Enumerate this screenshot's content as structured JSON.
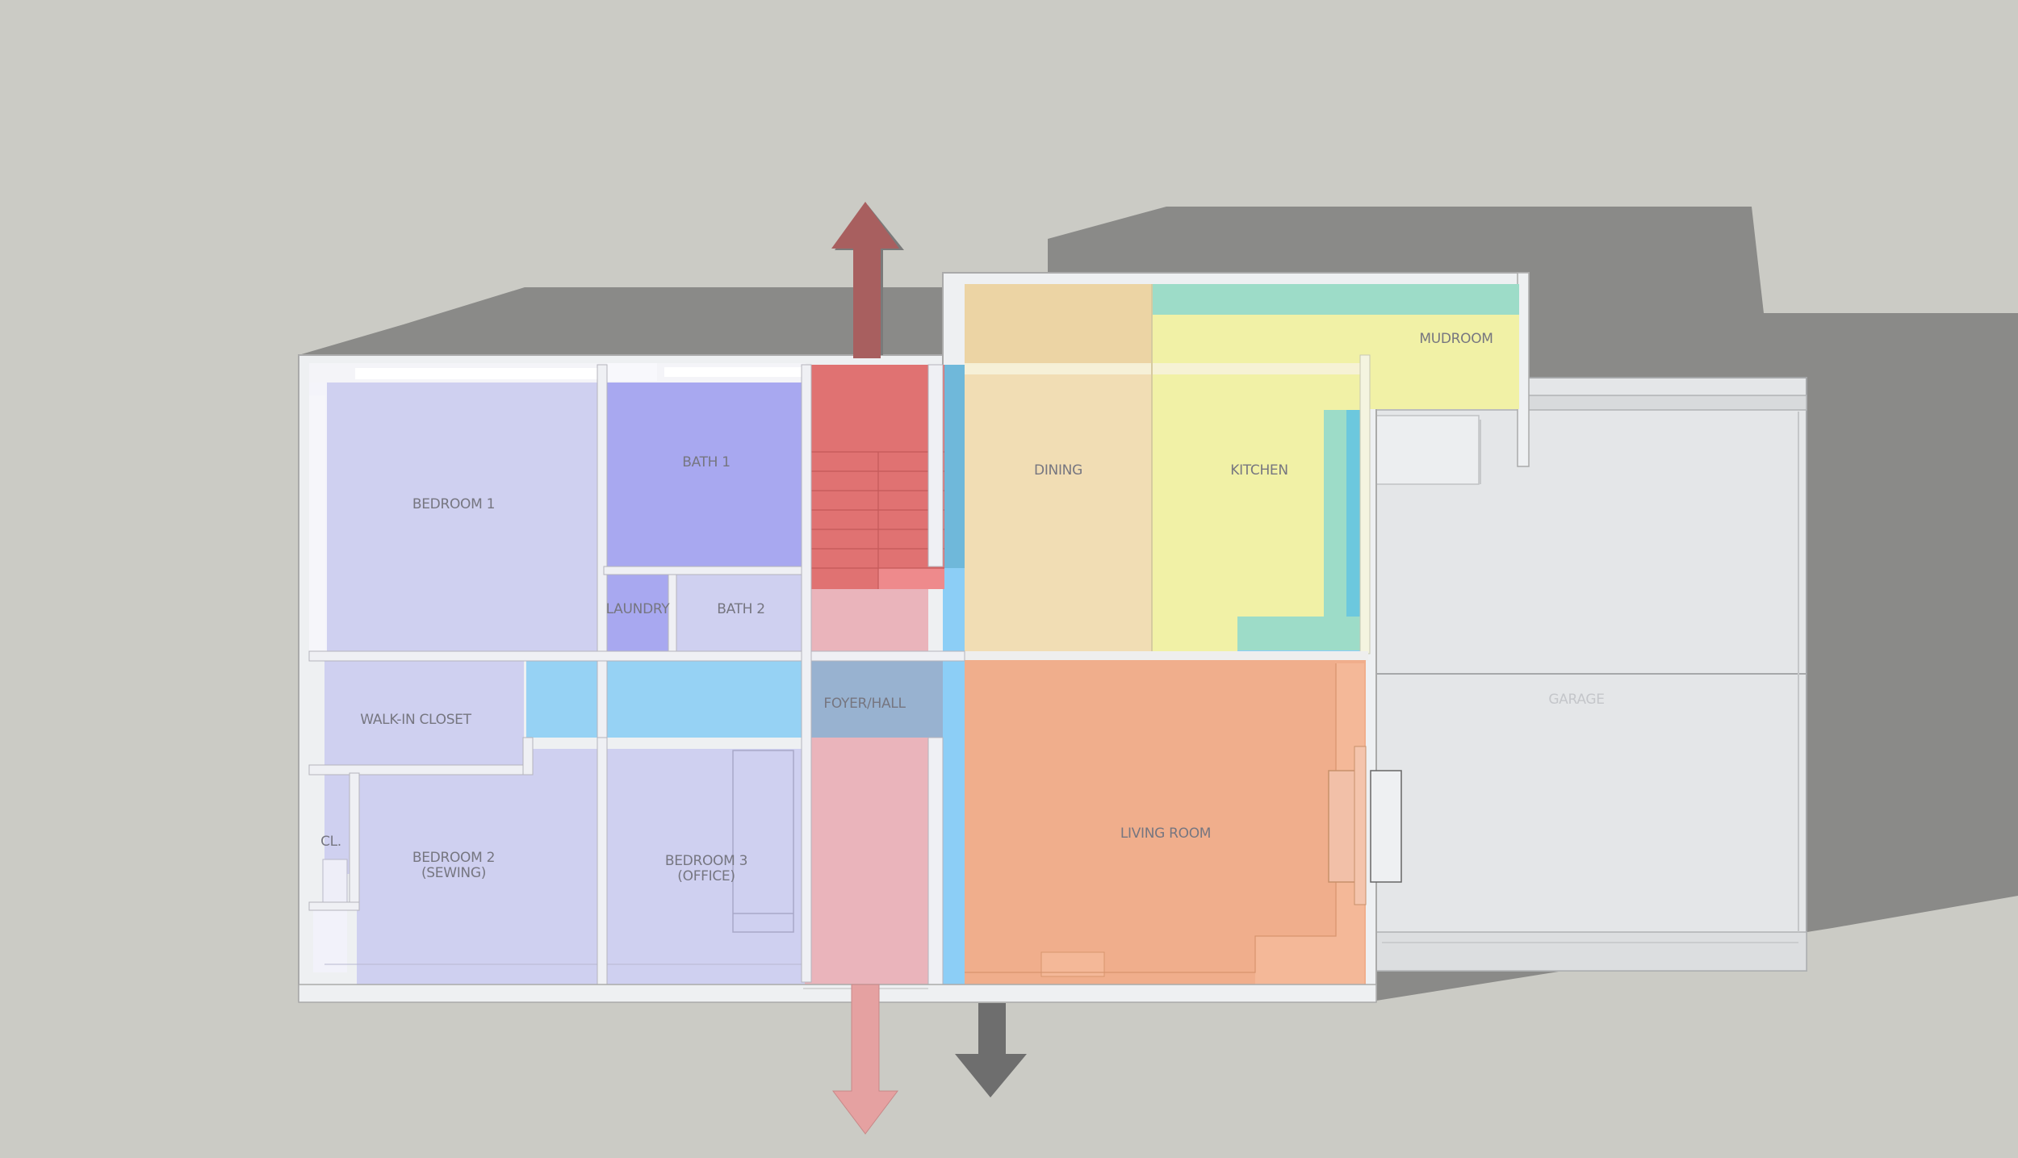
{
  "rooms": {
    "bedroom1": "BEDROOM 1",
    "bath1": "BATH 1",
    "laundry": "LAUNDRY",
    "bath2": "BATH 2",
    "walkin_closet": "WALK-IN CLOSET",
    "foyer_hall": "FOYER/HALL",
    "closet": "CL.",
    "bedroom2_line1": "BEDROOM 2",
    "bedroom2_line2": "(SEWING)",
    "bedroom3_line1": "BEDROOM 3",
    "bedroom3_line2": "(OFFICE)",
    "dining": "DINING",
    "kitchen": "KITCHEN",
    "mudroom": "MUDROOM",
    "living_room": "LIVING ROOM",
    "garage": "GARAGE"
  },
  "colors": {
    "background": "#cbcbc5",
    "shadow": "#8a8a88",
    "bedrooms": "#cfd0f0",
    "baths": "#a8a8f0",
    "circulation": "#96d2f4",
    "stair": "#e07272",
    "hall_pink": "#eab4bb",
    "dining": "#f1ddb4",
    "kitchen": "#f1f1a6",
    "counters": "#9ddcc8",
    "living": "#f0ae8c",
    "garage": "#e6e8ea",
    "arrow_up": "#a85f5f",
    "arrow_down": "#e5a1a1",
    "arrow_garage": "#757575"
  }
}
